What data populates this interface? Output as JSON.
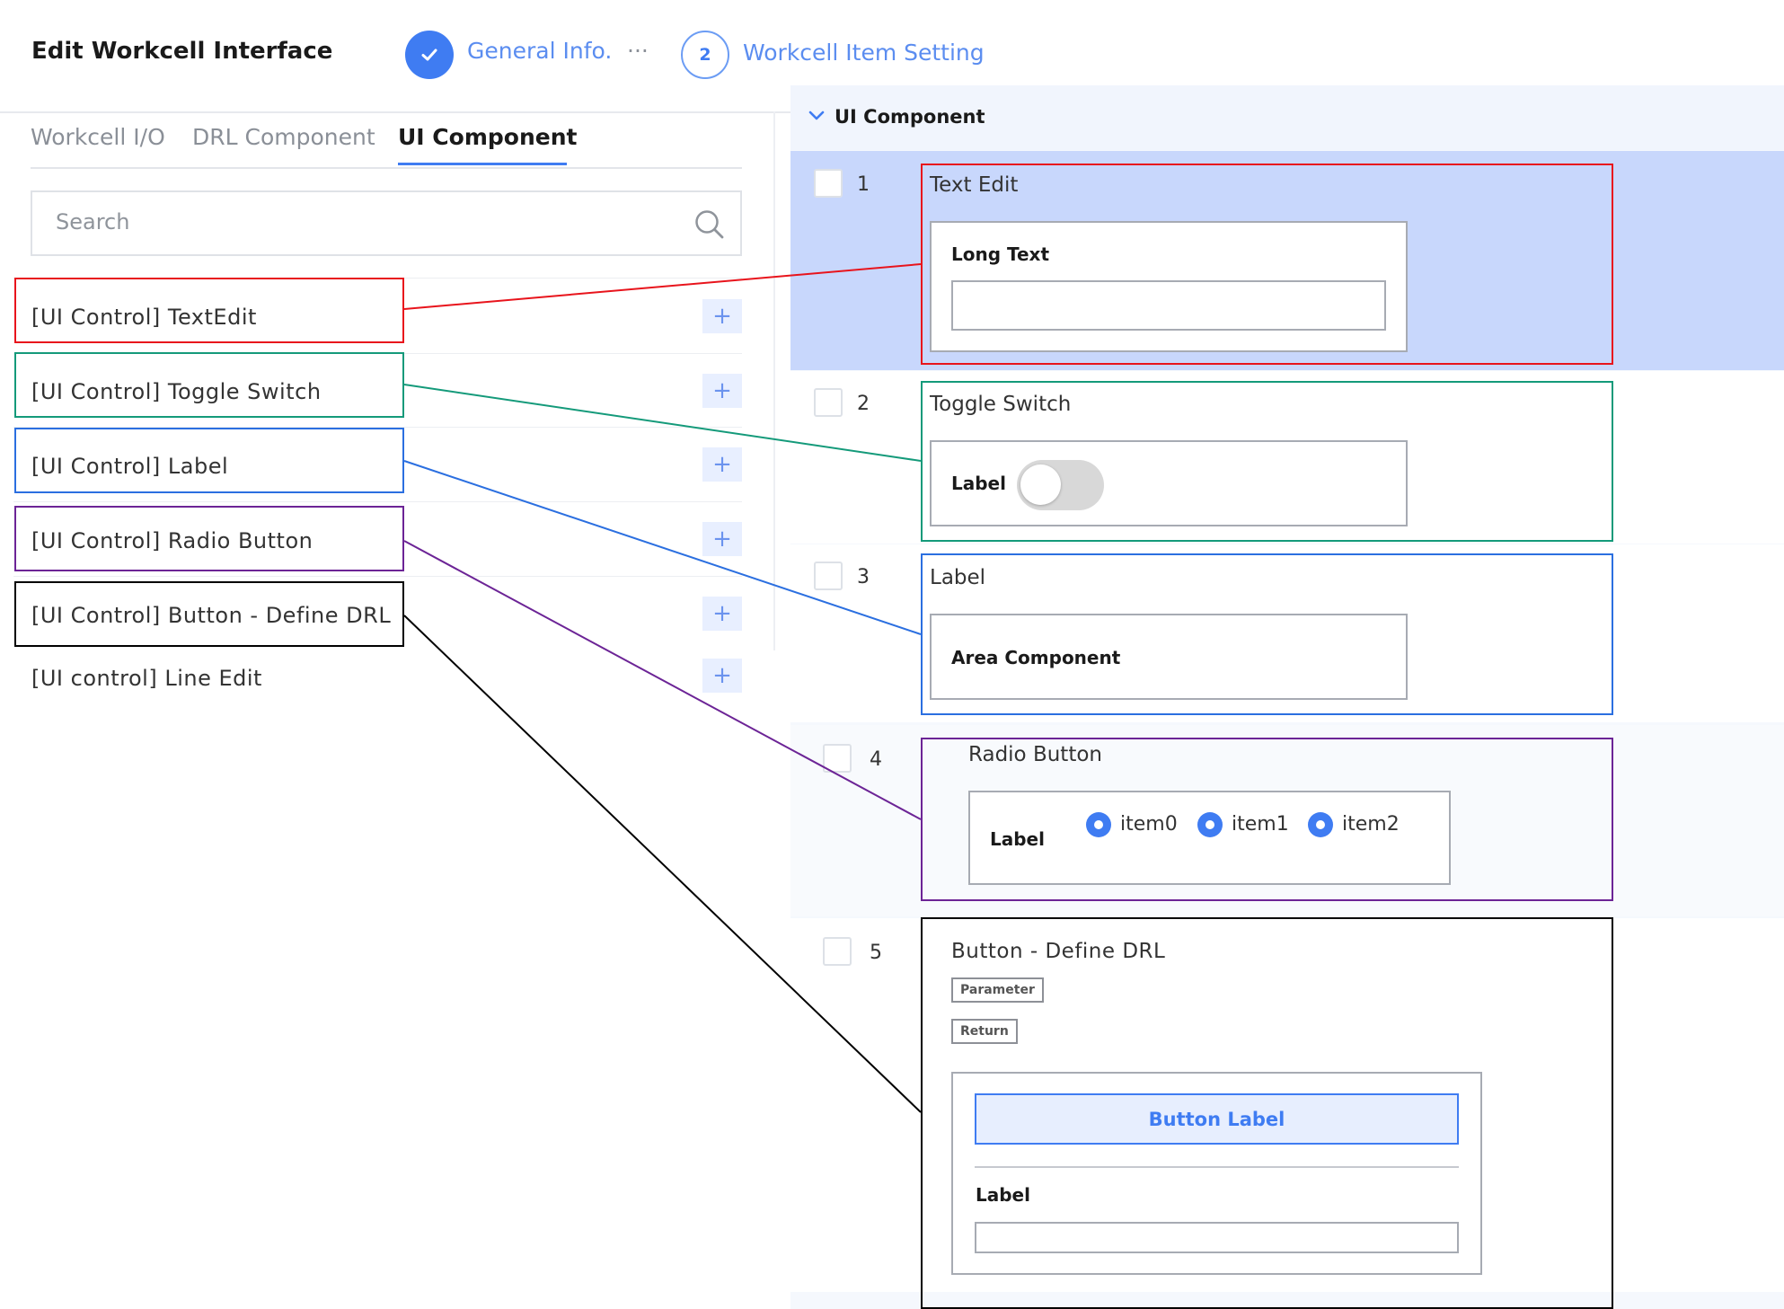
{
  "header": {
    "title": "Edit Workcell Interface",
    "steps": [
      {
        "label": "General Info.",
        "state": "done",
        "icon": "check-icon"
      },
      {
        "separator": "···"
      },
      {
        "number": "2",
        "label": "Workcell Item Setting",
        "state": "current"
      }
    ]
  },
  "left_panel": {
    "tabs": [
      "Workcell I/O",
      "DRL Component",
      "UI Component"
    ],
    "active_tab": "UI Component",
    "search": {
      "placeholder": "Search",
      "icon": "search-icon"
    },
    "items": [
      {
        "label": "[UI Control] TextEdit",
        "add": "+"
      },
      {
        "label": "[UI Control] Toggle Switch",
        "add": "+"
      },
      {
        "label": "[UI Control] Label",
        "add": "+"
      },
      {
        "label": "[UI Control] Radio Button",
        "add": "+"
      },
      {
        "label": "[UI Control] Button - Define DRL",
        "add": "+"
      },
      {
        "label": "[UI control] Line Edit",
        "add": "+"
      }
    ]
  },
  "right_panel": {
    "section_title": "UI Component",
    "rows": [
      {
        "num": "1",
        "title": "Text Edit",
        "field_label": "Long Text"
      },
      {
        "num": "2",
        "title": "Toggle Switch",
        "field_label": "Label"
      },
      {
        "num": "3",
        "title": "Label",
        "field_label": "Area Component"
      },
      {
        "num": "4",
        "title": "Radio Button",
        "field_label": "Label",
        "options": [
          "item0",
          "item1",
          "item2"
        ]
      },
      {
        "num": "5",
        "title": "Button - Define DRL",
        "chips": [
          "Parameter",
          "Return"
        ],
        "button_label": "Button Label",
        "field_label": "Label"
      }
    ]
  },
  "colors": {
    "accent": "#3f7cf2",
    "selected_row": "#c8d7fc",
    "link_textedit": "#e8141c",
    "link_toggle": "#149a7a",
    "link_label": "#2b6fe0",
    "link_radio": "#6c2496",
    "link_button": "#000000"
  }
}
